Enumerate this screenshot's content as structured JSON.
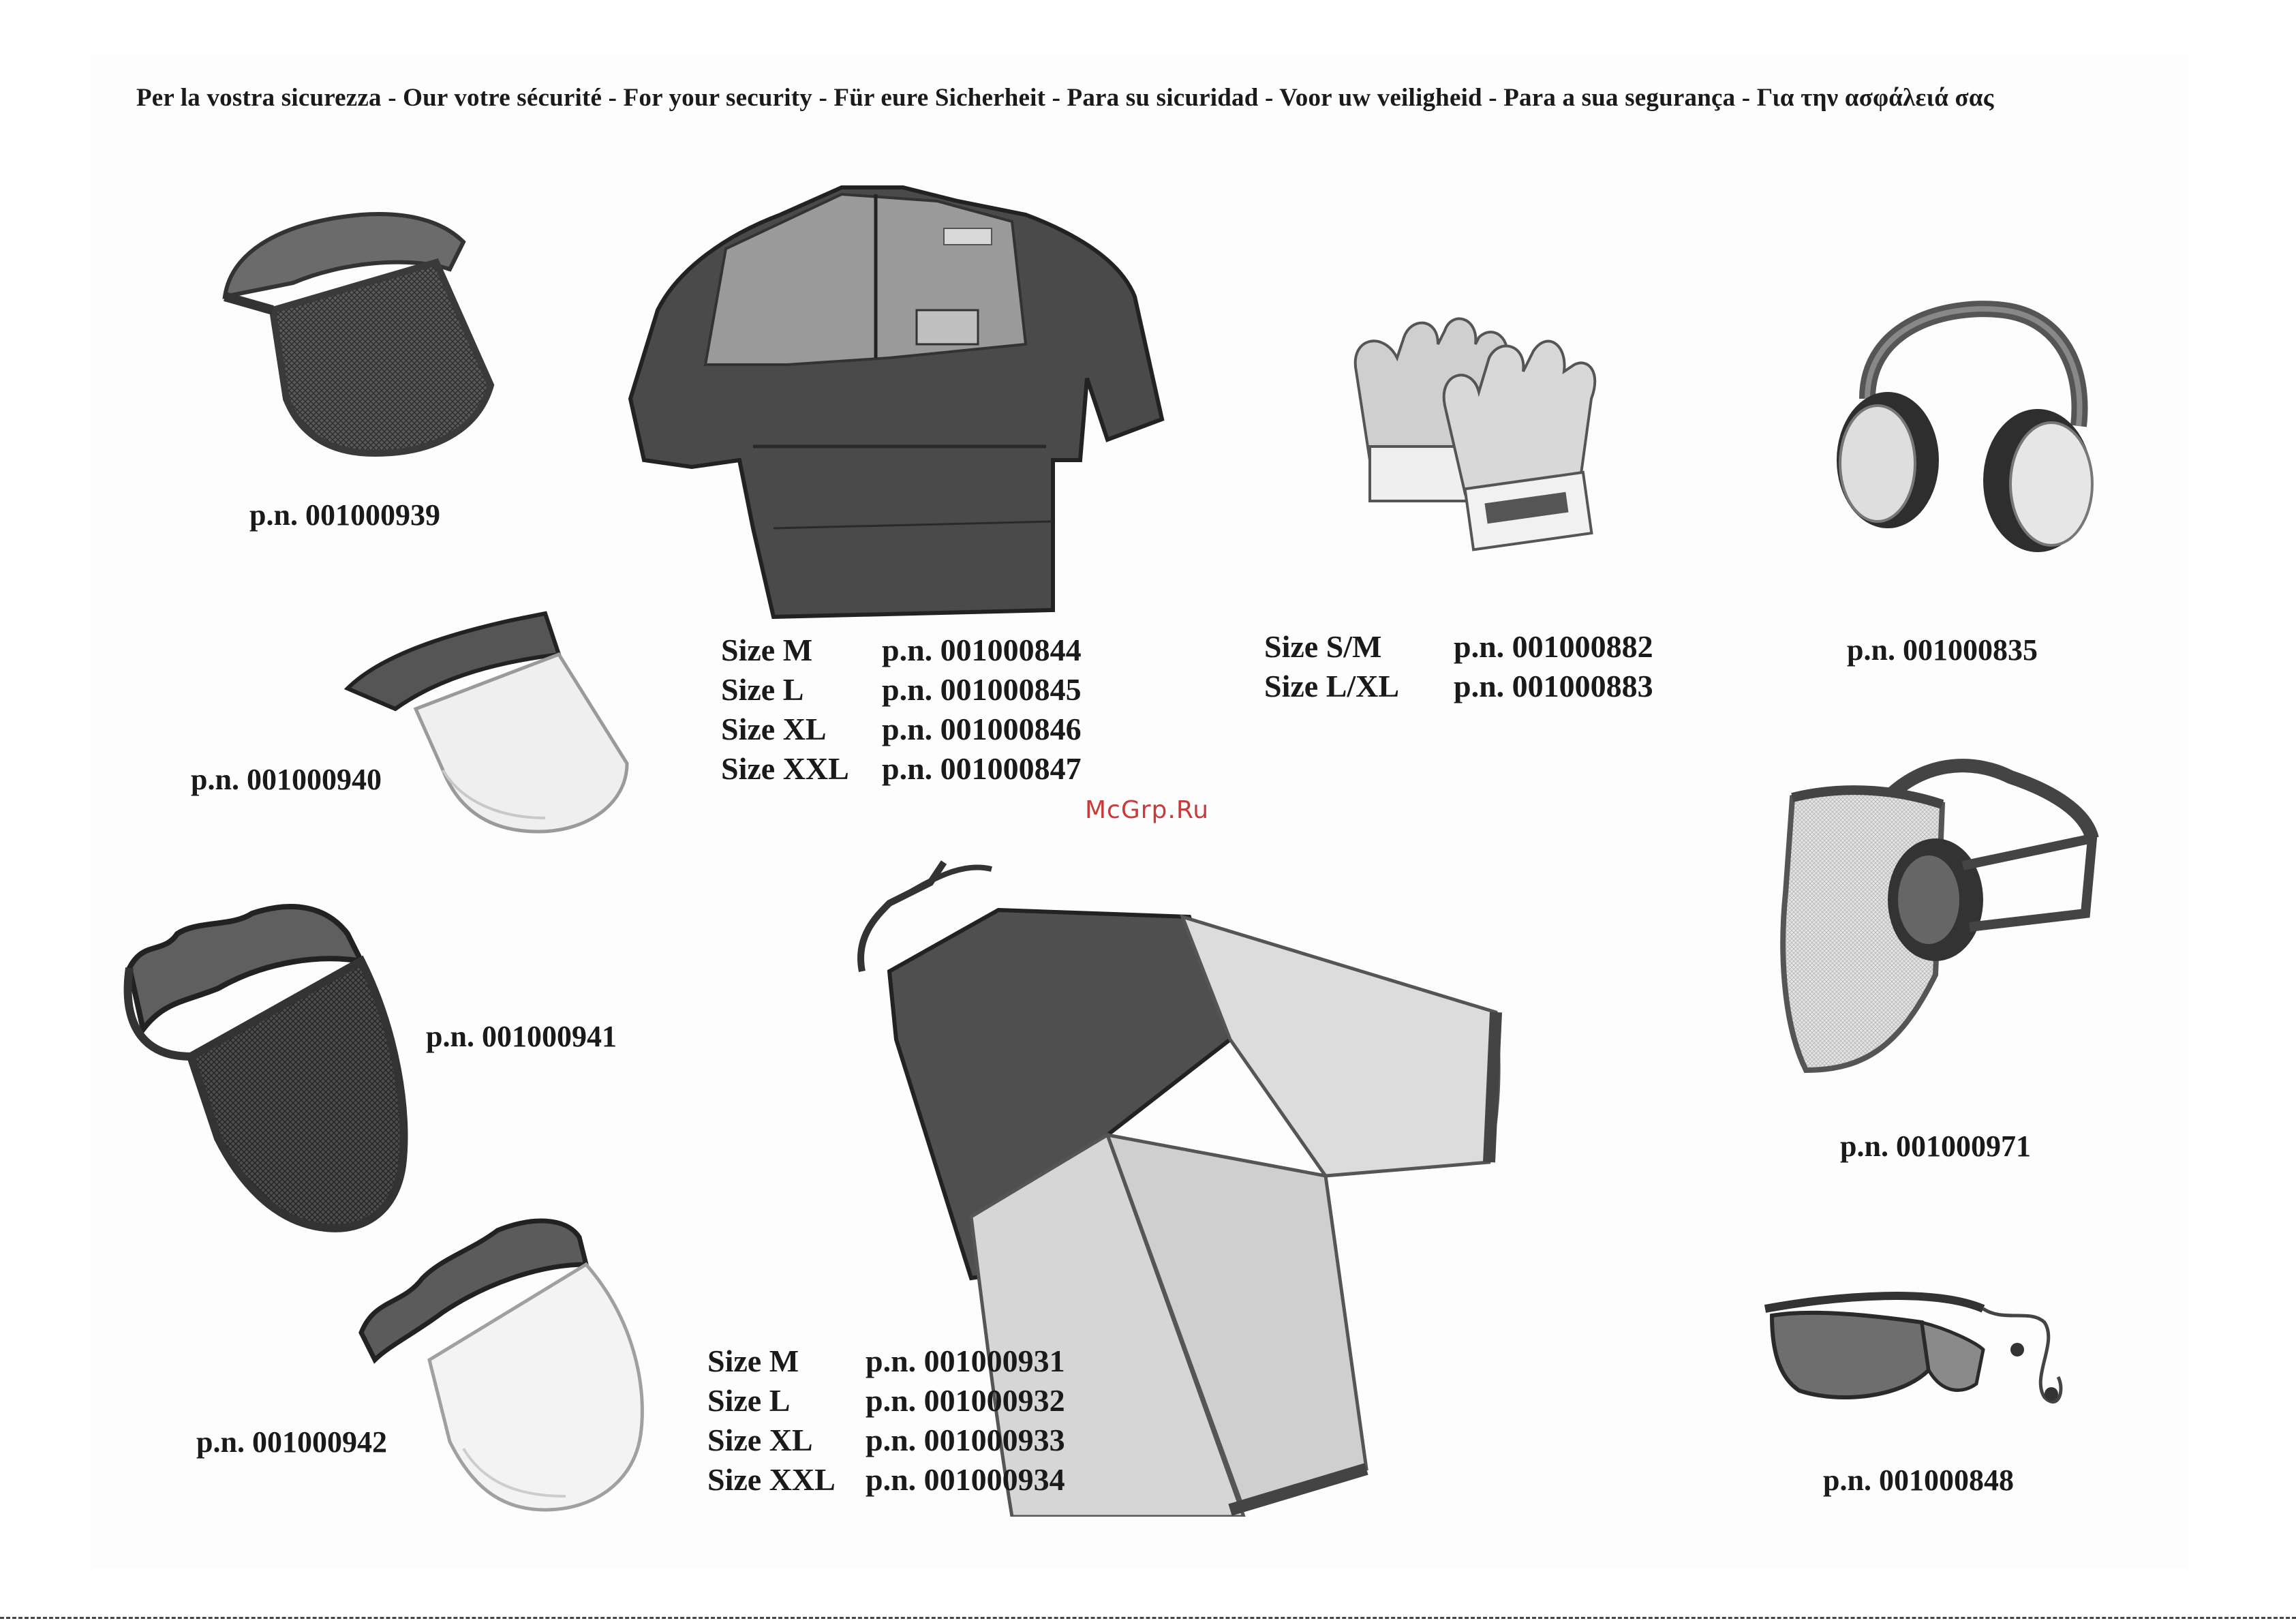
{
  "header": {
    "title": "Per la vostra sicurezza - Our votre sécurité - For your security - Für eure Sicherheit - Para su sicuridad - Voor uw veiligheid - Para a sua segurança - Για την ασφάλειά σας"
  },
  "watermark": "McGrp.Ru",
  "products": {
    "mesh_visor": {
      "pn": "p.n. 001000939",
      "icon": "mesh-visor-icon"
    },
    "clear_visor": {
      "pn": "p.n. 001000940",
      "icon": "clear-visor-icon"
    },
    "mesh_faceguard": {
      "pn": "p.n. 001000941",
      "icon": "mesh-faceguard-icon"
    },
    "clear_faceguard": {
      "pn": "p.n. 001000942",
      "icon": "clear-faceguard-icon"
    },
    "ear_muffs": {
      "pn": "p.n. 001000835",
      "icon": "ear-muffs-icon"
    },
    "helmet_combo": {
      "pn": "p.n. 001000971",
      "icon": "visor-earmuff-combo-icon"
    },
    "glasses": {
      "pn": "p.n. 001000848",
      "icon": "safety-glasses-icon"
    },
    "jacket": {
      "icon": "protective-jacket-icon",
      "sizes": [
        {
          "size": "Size M",
          "pn": "p.n. 001000844"
        },
        {
          "size": "Size L",
          "pn": "p.n. 001000845"
        },
        {
          "size": "Size XL",
          "pn": "p.n. 001000846"
        },
        {
          "size": "Size XXL",
          "pn": "p.n. 001000847"
        }
      ]
    },
    "gloves": {
      "icon": "work-gloves-icon",
      "sizes": [
        {
          "size": "Size S/M",
          "pn": "p.n. 001000882"
        },
        {
          "size": "Size L/XL",
          "pn": "p.n. 001000883"
        }
      ]
    },
    "trousers": {
      "icon": "protective-trousers-icon",
      "sizes": [
        {
          "size": "Size M",
          "pn": "p.n. 001000931"
        },
        {
          "size": "Size L",
          "pn": "p.n. 001000932"
        },
        {
          "size": "Size XL",
          "pn": "p.n. 001000933"
        },
        {
          "size": "Size XXL",
          "pn": "p.n. 001000934"
        }
      ]
    }
  }
}
